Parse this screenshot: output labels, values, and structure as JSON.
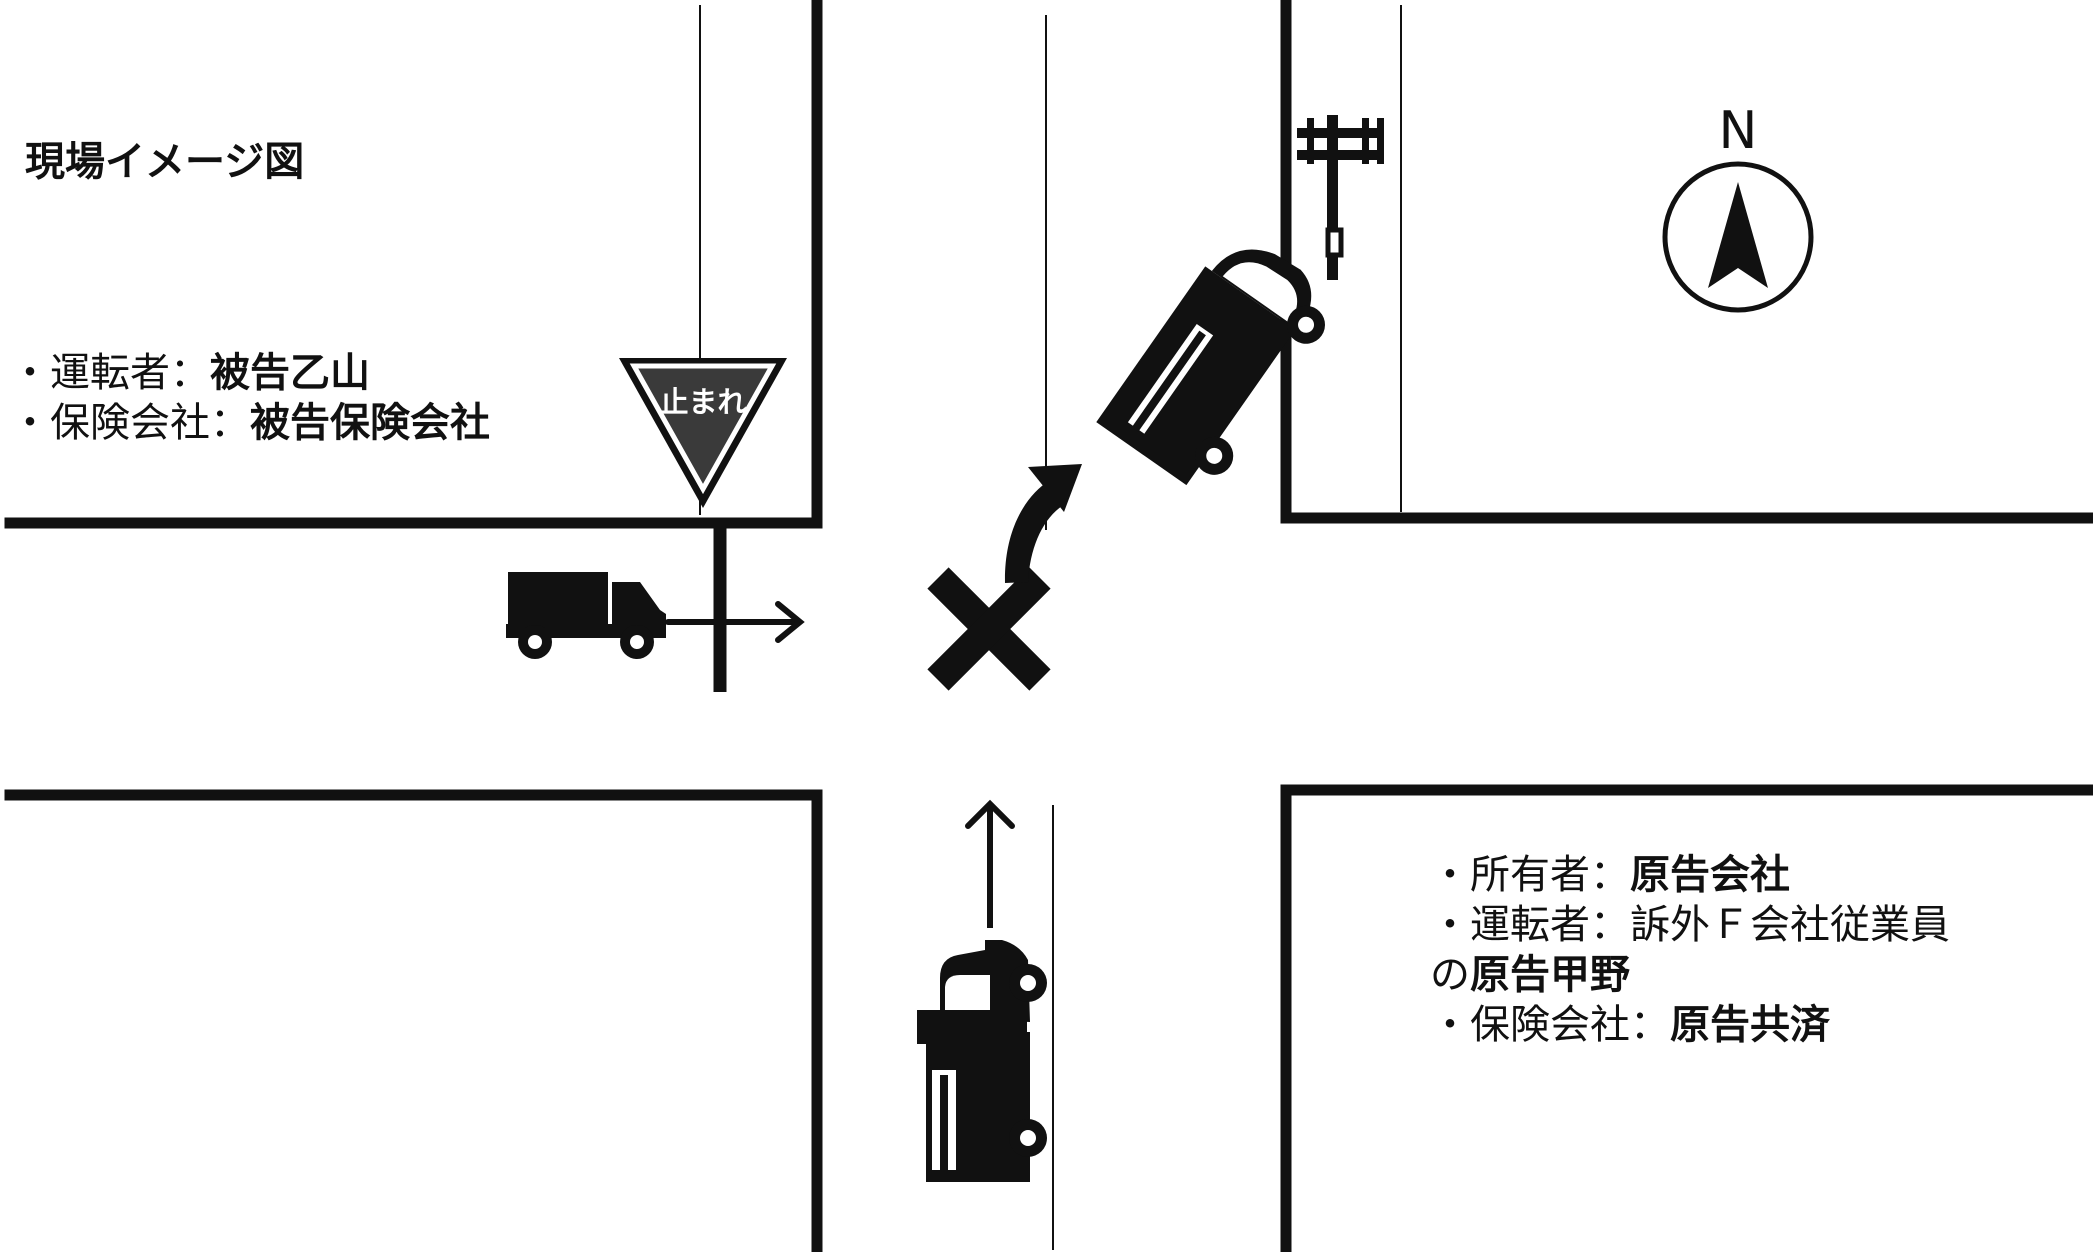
{
  "title": "現場イメージ図",
  "stop_sign_text": "止まれ",
  "compass_letter": "N",
  "left_info": {
    "driver_prefix": "・運転者：",
    "driver_value": "被告乙山",
    "insurer_prefix": "・保険会社：",
    "insurer_value": "被告保険会社"
  },
  "right_info": {
    "owner_prefix": "・所有者：",
    "owner_value": "原告会社",
    "driver_prefix": "・運転者：訴外Ｆ会社従業員",
    "driver_line2_prefix": "の",
    "driver_line2_value": "原告甲野",
    "insurer_prefix": "・保険会社：",
    "insurer_value": "原告共済"
  },
  "colors": {
    "ink": "#111111",
    "sign_fill": "#3a3a3a",
    "background": "#ffffff"
  },
  "icons": [
    "stop-sign-icon",
    "truck-icon",
    "car-icon",
    "utility-pole-icon",
    "collision-x-icon",
    "north-arrow-icon"
  ]
}
